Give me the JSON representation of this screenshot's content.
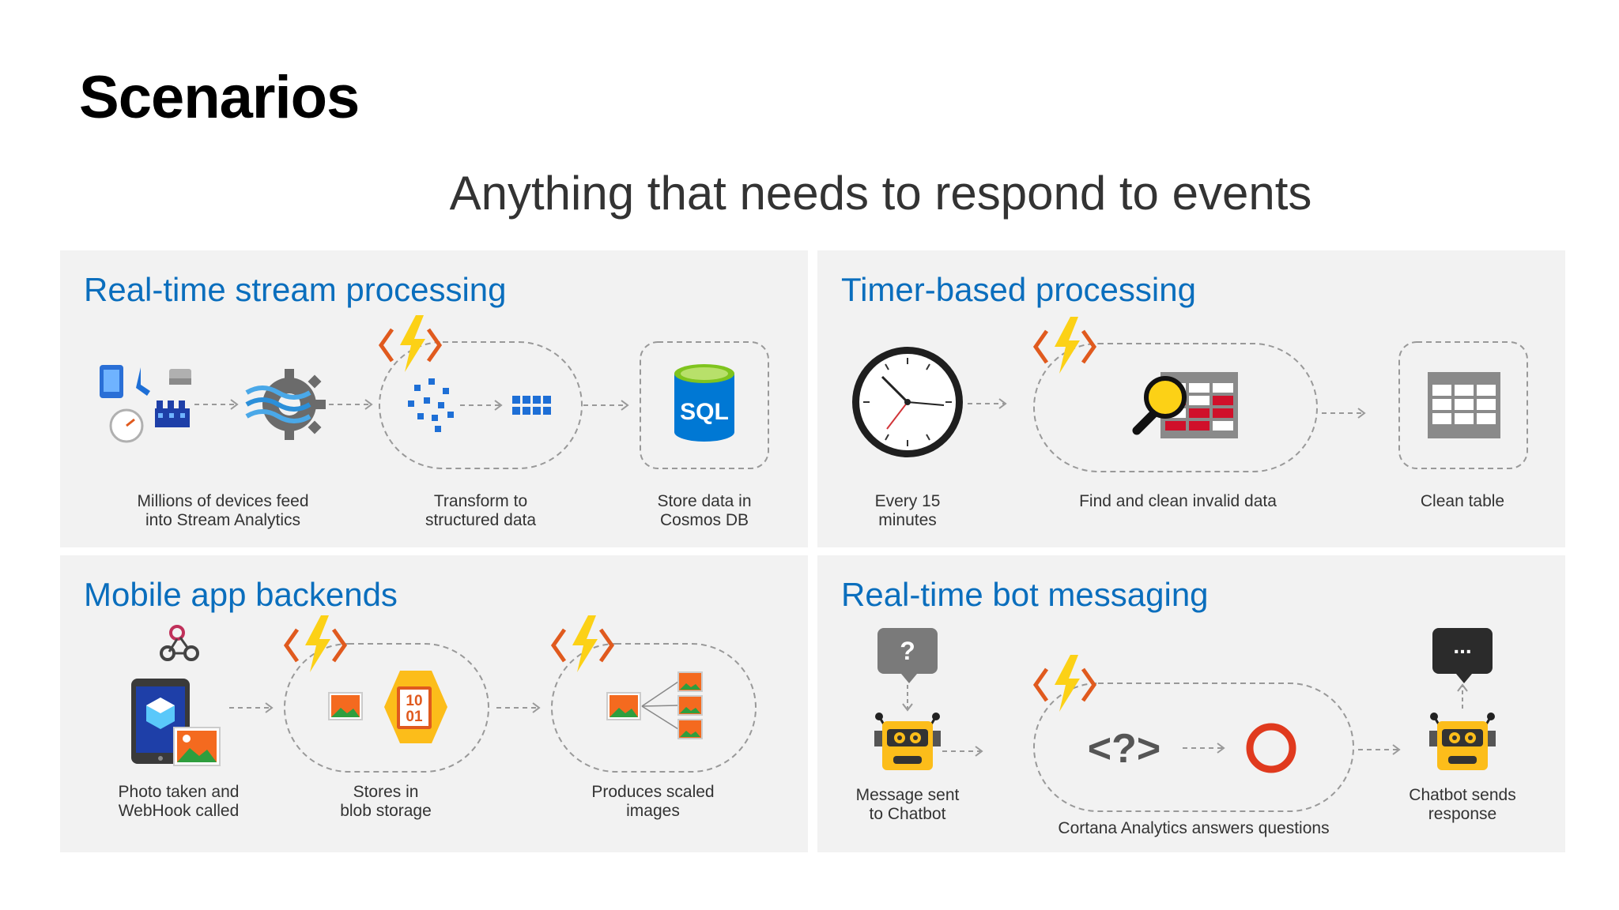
{
  "title": "Scenarios",
  "subtitle": "Anything that needs to respond to events",
  "panels": [
    {
      "title": "Real-time stream processing",
      "captions": [
        "Millions of devices feed\ninto Stream Analytics",
        "Transform to\nstructured data",
        "Store data in\nCosmos DB"
      ],
      "sql_label": "SQL"
    },
    {
      "title": "Timer-based processing",
      "captions": [
        "Every 15\nminutes",
        "Find and clean invalid data",
        "Clean table"
      ]
    },
    {
      "title": "Mobile app backends",
      "captions": [
        "Photo taken and\nWebHook called",
        "Stores in\nblob storage",
        "Produces scaled\nimages"
      ],
      "binary_top": "10",
      "binary_bottom": "01"
    },
    {
      "title": "Real-time bot messaging",
      "captions": [
        "Message sent\nto Chatbot",
        "Cortana Analytics answers questions",
        "Chatbot sends\nresponse"
      ],
      "question_mark": "?",
      "code_symbol": "<?>",
      "ellipsis": "..."
    }
  ],
  "colors": {
    "panel_bg": "#f2f2f2",
    "title_blue": "#0a6ebd",
    "bolt_yellow": "#fcd116",
    "bracket_orange": "#e05a1e",
    "robot_yellow": "#fcbd1a",
    "sql_blue": "#0078d4",
    "cortana_red": "#e03a1e"
  }
}
